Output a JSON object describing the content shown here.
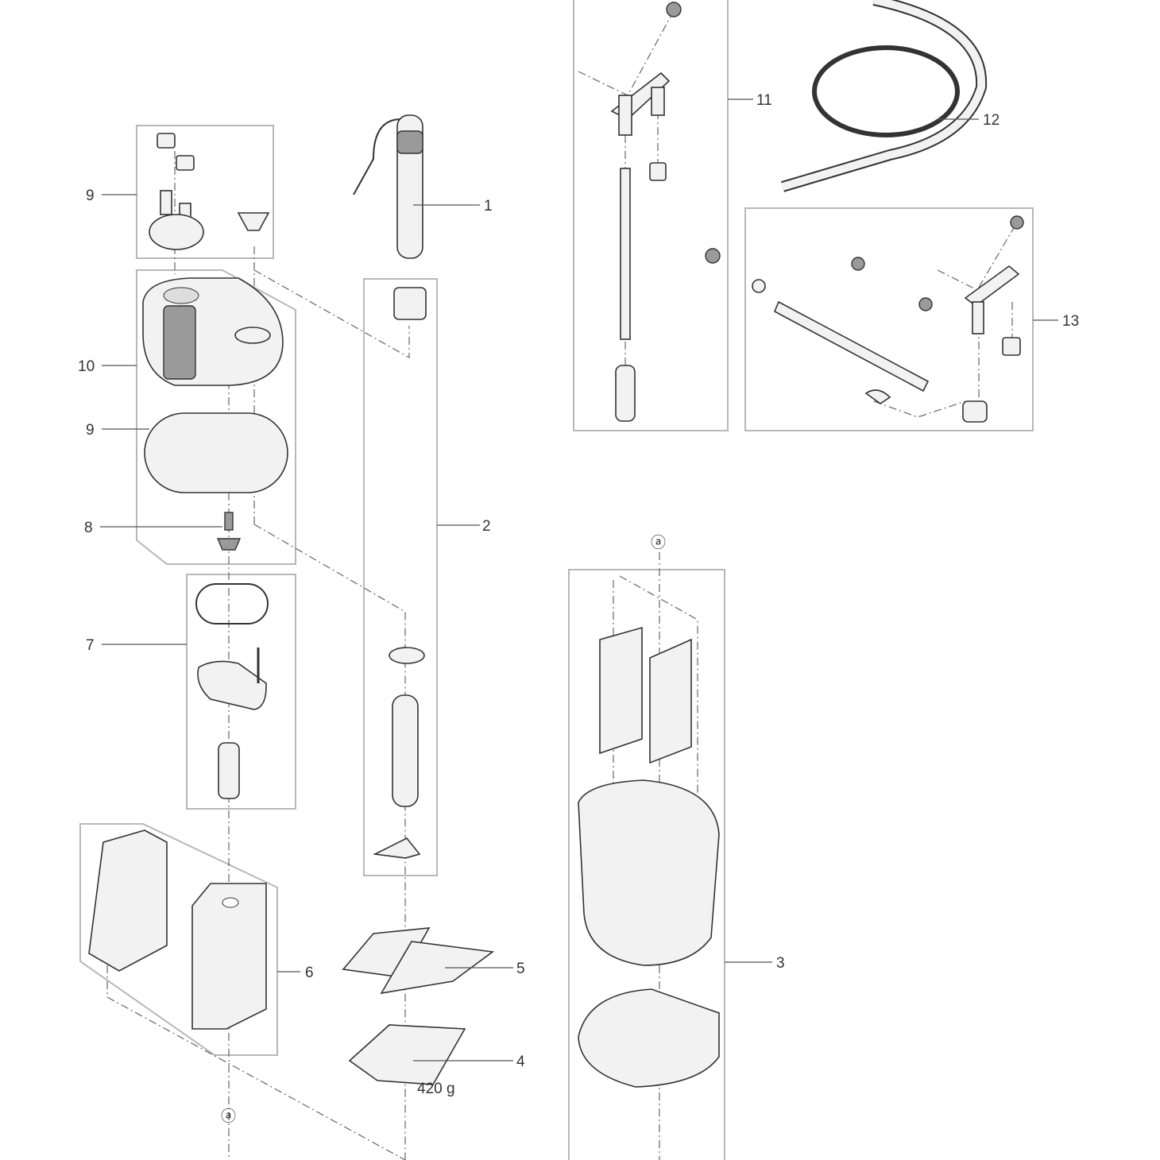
{
  "labels": {
    "p1": "1",
    "p2": "2",
    "p3": "3",
    "p4": "4",
    "p5": "5",
    "p6": "6",
    "p7": "7",
    "p8": "8",
    "p9a": "9",
    "p9b": "9",
    "p10": "10",
    "p11": "11",
    "p12": "12",
    "p13": "13"
  },
  "weight_label": "420 g",
  "connector_marks": {
    "bottom": "ⓐ",
    "top": "ⓐ"
  }
}
